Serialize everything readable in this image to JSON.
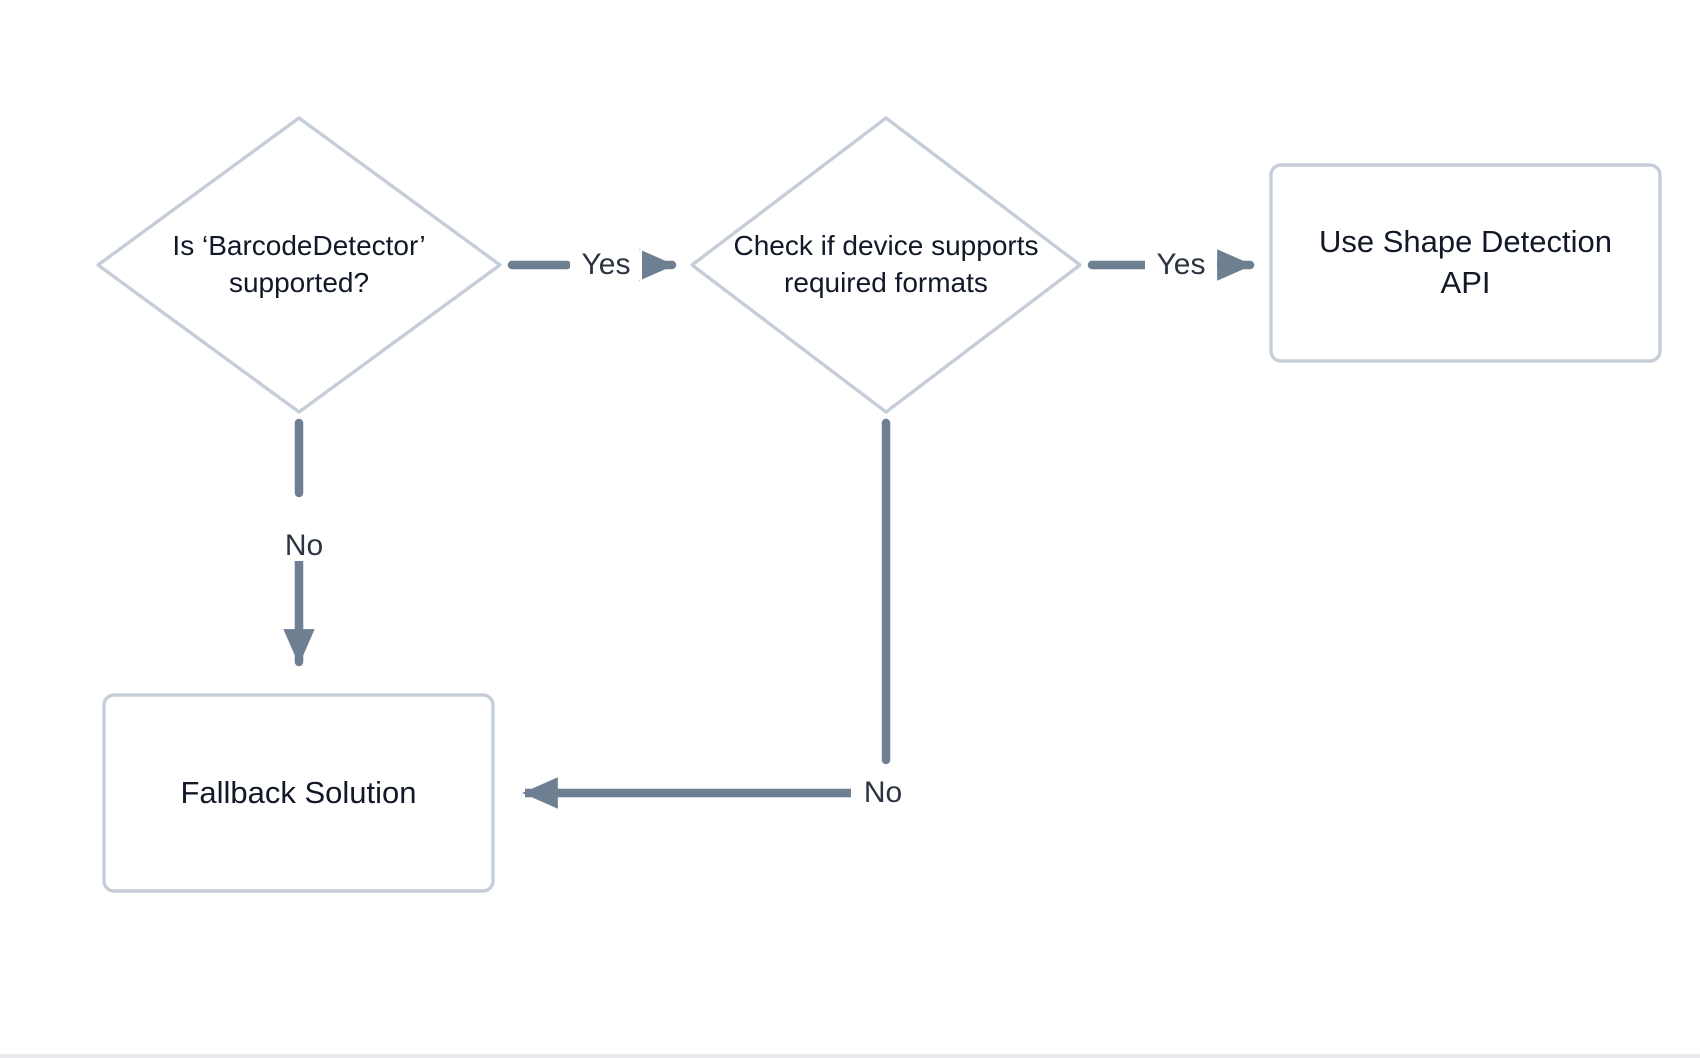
{
  "diagram": {
    "type": "flowchart",
    "background_color": "#ffffff",
    "node_border_color": "#c5ced8",
    "node_fill_color": "#ffffff",
    "edge_color": "#6e7f91",
    "text_color": "#111827",
    "nodes": [
      {
        "id": "barcode-detector-check",
        "shape": "diamond",
        "label": "Is ‘BarcodeDetector’\nsupported?"
      },
      {
        "id": "device-formats-check",
        "shape": "diamond",
        "label": "Check if device supports\nrequired formats"
      },
      {
        "id": "use-shape-detection-api",
        "shape": "rectangle",
        "label": "Use Shape Detection\nAPI"
      },
      {
        "id": "fallback-solution",
        "shape": "rectangle",
        "label": "Fallback Solution"
      }
    ],
    "edges": [
      {
        "id": "barcode-to-device",
        "from": "barcode-detector-check",
        "to": "device-formats-check",
        "label": "Yes",
        "direction": "right"
      },
      {
        "id": "device-to-shape-api",
        "from": "device-formats-check",
        "to": "use-shape-detection-api",
        "label": "Yes",
        "direction": "right"
      },
      {
        "id": "barcode-to-fallback",
        "from": "barcode-detector-check",
        "to": "fallback-solution",
        "label": "No",
        "direction": "down"
      },
      {
        "id": "device-to-fallback",
        "from": "device-formats-check",
        "to": "fallback-solution",
        "label": "No",
        "direction": "down-left"
      }
    ]
  }
}
